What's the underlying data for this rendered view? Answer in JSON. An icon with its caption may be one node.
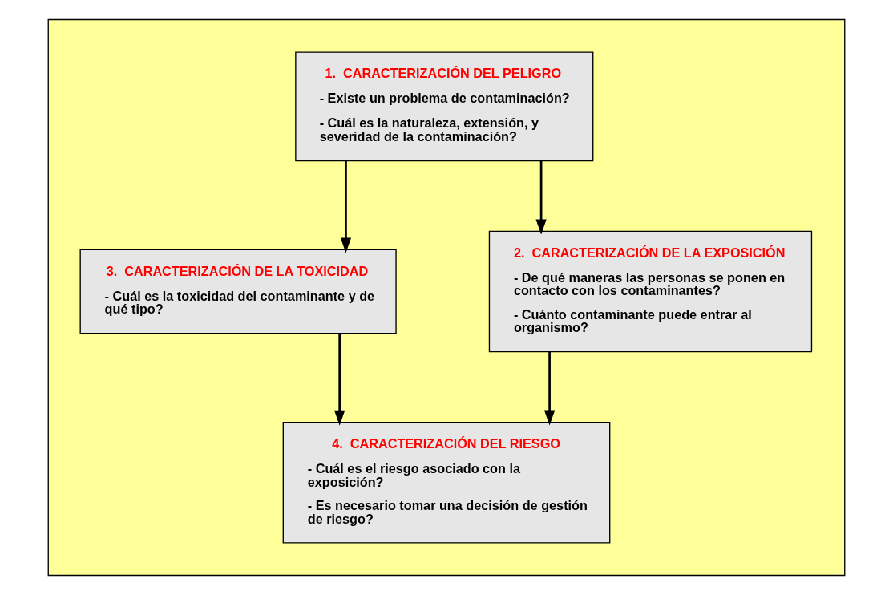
{
  "diagram": {
    "nodes": [
      {
        "text": [],
        "shape": "box"
      },
      {
        "text": [
          "1.  CARACTERIZACIÓN DEL PELIGRO",
          "- Existe un problema de contaminación?",
          "- Cuál es la naturaleza, extensión, y severidad de la contaminación?"
        ],
        "in": 0
      },
      {
        "text": [
          "2.  CARACTERIZACIÓN DE LA EXPOSICIÓN",
          "- De qué maneras las personas se ponen en contacto con los contaminantes?",
          "- Cuánto contaminante puede entrar al organismo?"
        ],
        "in": 0
      },
      {
        "text": [
          "3.  CARACTERIZACIÓN DE LA TOXICIDAD",
          "- Cuál es la toxicidad del contaminante y de qué tipo?"
        ],
        "in": 0
      },
      {
        "text": [
          "4.  CARACTERIZACIÓN DEL RIESGO",
          "- Cuál es el riesgo asociado con la exposición?",
          "- Es necesario tomar una decisión de gestión de riesgo?"
        ],
        "in": 0
      }
    ],
    "edges": [
      {
        "from": 1,
        "to": 2,
        "arrow": "to"
      },
      {
        "from": 1,
        "to": 3,
        "arrow": "to"
      },
      {
        "from": 2,
        "to": 4,
        "arrow": "to"
      },
      {
        "from": 3,
        "to": 4,
        "arrow": "to"
      }
    ]
  }
}
